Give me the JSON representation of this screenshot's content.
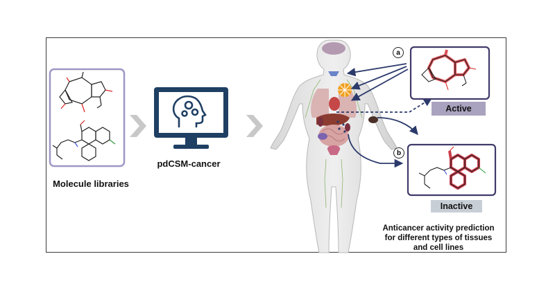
{
  "labels": {
    "molecule_libraries": "Molecule libraries",
    "tool_name": "pdCSM-cancer",
    "prediction_line1": "Anticancer activity prediction",
    "prediction_line2": "for different types of tissues",
    "prediction_line3": "and cell lines",
    "active": "Active",
    "inactive": "Inactive",
    "marker_a": "a",
    "marker_b": "b"
  },
  "colors": {
    "library_border": "#9f96c4",
    "result_border": "#3f3a6a",
    "monitor": "#1f3f63",
    "chevron": "#c8c8c8",
    "highlight_active": "#d9323a",
    "highlight_inactive": "#c2182a",
    "arrow": "#2b3a6b"
  },
  "icons": [
    "computer-monitor-icon",
    "brain-gears-icon",
    "chevron-right-icon",
    "human-body-anatomy-icon"
  ]
}
